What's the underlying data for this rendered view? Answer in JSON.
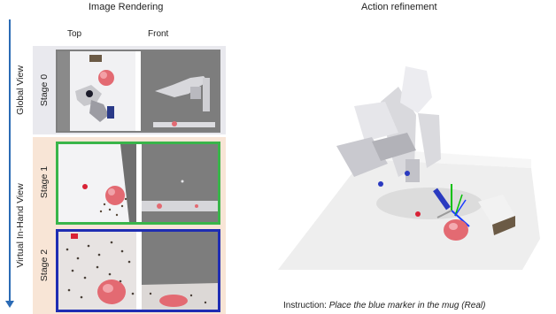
{
  "headers": {
    "image_rendering": "Image Rendering",
    "action_refinement": "Action refinement"
  },
  "columns": {
    "top": "Top",
    "front": "Front"
  },
  "side_labels": {
    "global_view": "Global View",
    "virtual_in_hand_view": "Virtual In-Hand View"
  },
  "stages": [
    {
      "label": "Stage 0",
      "border_color": "#7f7f7f"
    },
    {
      "label": "Stage 1",
      "border_color": "#39b54a"
    },
    {
      "label": "Stage 2",
      "border_color": "#1f2db3"
    }
  ],
  "instruction": {
    "prefix": "Instruction: ",
    "text": "Place the blue marker in the mug (Real)"
  },
  "colors": {
    "axis_arrow": "#2b6bb5",
    "global_bg": "#e9e9ee",
    "virtual_bg": "#f8e5d6",
    "mug": "#e36a72"
  }
}
